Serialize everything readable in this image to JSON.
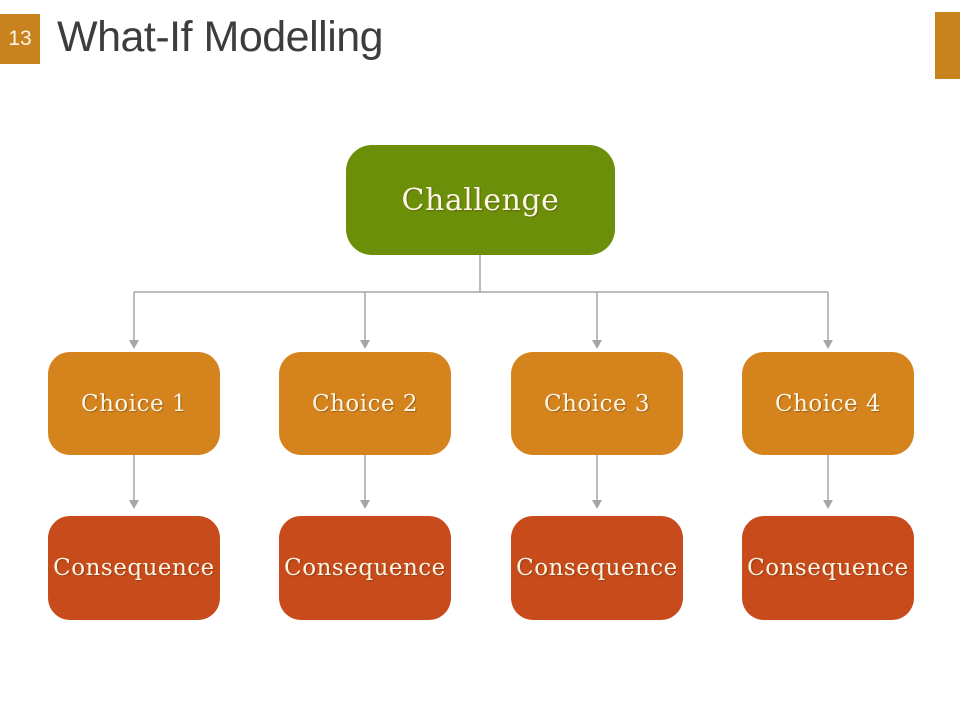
{
  "slide": {
    "number": "13",
    "title": "What-If Modelling"
  },
  "colors": {
    "accent_orange": "#c8831f",
    "challenge_green": "#6c8f09",
    "choice_orange": "#d5831d",
    "consequence_red": "#c84b1c",
    "connector_gray": "#a6a6a6",
    "title_gray": "#3d3d3d",
    "box_text_cream": "#fbf6e6"
  },
  "diagram": {
    "root": {
      "label": "Challenge"
    },
    "columns": [
      {
        "choice": "Choice 1",
        "consequence": "Consequence"
      },
      {
        "choice": "Choice 2",
        "consequence": "Consequence"
      },
      {
        "choice": "Choice 3",
        "consequence": "Consequence"
      },
      {
        "choice": "Choice 4",
        "consequence": "Consequence"
      }
    ]
  }
}
